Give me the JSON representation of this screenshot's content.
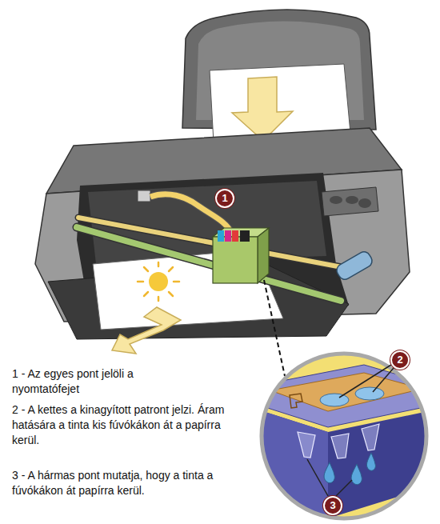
{
  "diagram": {
    "nodes": [
      {
        "text": [
          "1"
        ]
      },
      {
        "text": [
          "2"
        ]
      },
      {
        "text": [
          "3"
        ]
      }
    ],
    "labels": [
      "1 - Az egyes pont jelöli a nyomtatófejet",
      "2 - A kettes a kinagyított patront jelzi. Áram hatására a tinta kis fúvókákon át a papírra kerül.",
      "3 - A hármas pont mutatja, hogy a tinta a fúvókákon át papírra kerül."
    ]
  }
}
